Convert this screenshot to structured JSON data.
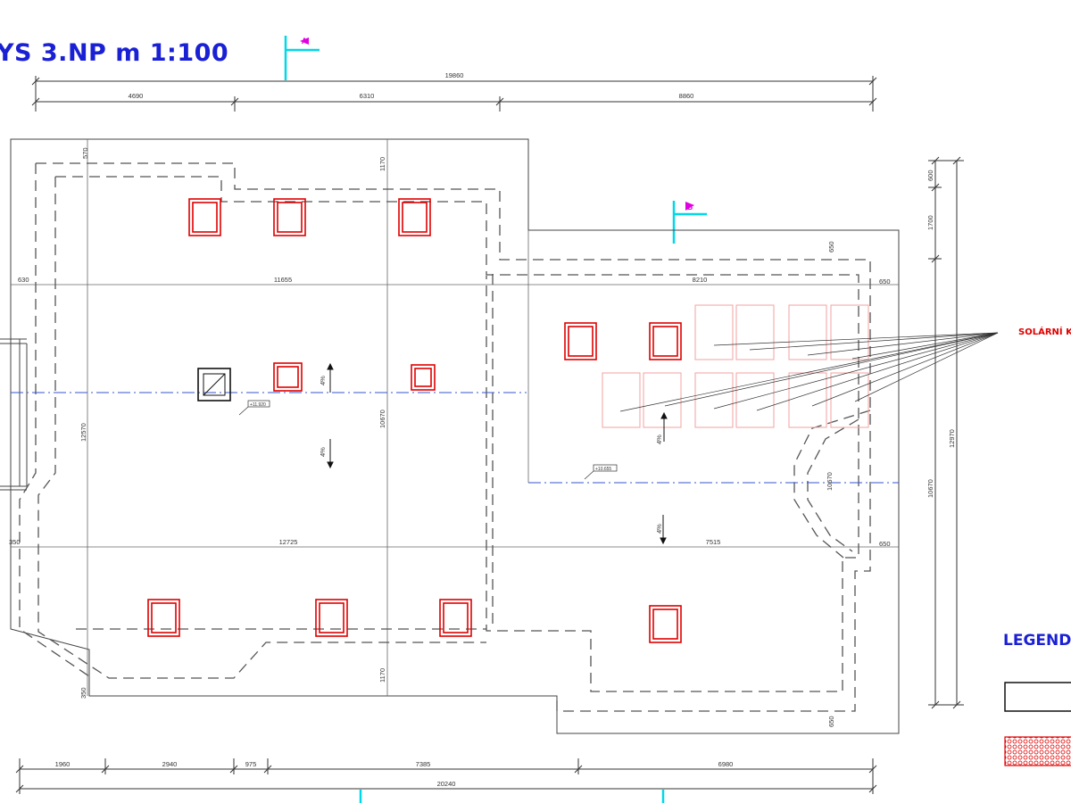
{
  "title": "YS 3.NP m 1:100",
  "legend_title": "LEGENDA",
  "solar_label": "SOLÁRNÍ KO",
  "colors": {
    "title": "#1a20d4",
    "outline": "#444444",
    "dashed": "#555555",
    "column_red": "#e00000",
    "solar_panel": "#f3a0a0",
    "section_cyan": "#00d8e8",
    "axis_blue": "#3355cc",
    "marker_magenta": "#e000e0"
  },
  "dimensions": {
    "top_total": "19860",
    "top_1": "4690",
    "top_2": "6310",
    "top_3": "8860",
    "bottom_total": "20240",
    "bottom_1": "1960",
    "bottom_2": "2940",
    "bottom_3": "975",
    "bottom_4": "7385",
    "bottom_5": "6980",
    "right_1": "600",
    "right_2": "1700",
    "right_inner": "10670",
    "right_outer": "12970",
    "upper_left": "11655",
    "upper_right": "8210",
    "lower_left": "12725",
    "lower_right": "7515",
    "left_630": "630",
    "left_350": "350",
    "left_12570": "12570",
    "left_bottom": "350",
    "edge_650_a": "650",
    "edge_650_b": "650",
    "edge_650_c": "650",
    "edge_650_d": "650",
    "top_570": "570",
    "mid_1170_top": "1170",
    "mid_1170_bottom": "1170",
    "mid_10670_left": "10670",
    "mid_10670_right": "10670"
  },
  "levels": {
    "left": "+11.920",
    "right": "+10.655"
  },
  "slopes": {
    "s1": "4%",
    "s2": "4%",
    "s3": "4%",
    "s4": "4%"
  },
  "section_markers": {
    "a": "A",
    "b": "B"
  }
}
